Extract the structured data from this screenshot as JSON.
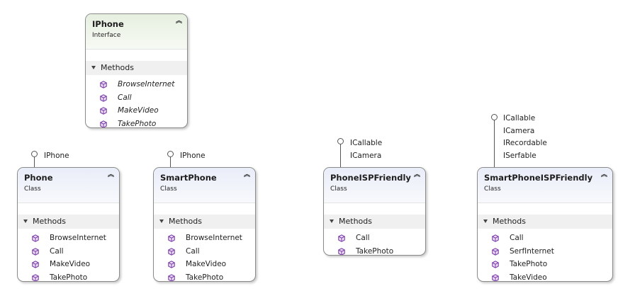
{
  "diagram": {
    "iphone": {
      "title": "IPhone",
      "kind": "Interface",
      "section": "Methods",
      "members": [
        "BrowseInternet",
        "Call",
        "MakeVideo",
        "TakePhoto"
      ]
    },
    "phone": {
      "title": "Phone",
      "kind": "Class",
      "section": "Methods",
      "implements": [
        "IPhone"
      ],
      "members": [
        "BrowseInternet",
        "Call",
        "MakeVideo",
        "TakePhoto"
      ]
    },
    "smartphone": {
      "title": "SmartPhone",
      "kind": "Class",
      "section": "Methods",
      "implements": [
        "IPhone"
      ],
      "members": [
        "BrowseInternet",
        "Call",
        "MakeVideo",
        "TakePhoto"
      ]
    },
    "phone_isp": {
      "title": "PhoneISPFriendly",
      "kind": "Class",
      "section": "Methods",
      "implements": [
        "ICallable",
        "ICamera"
      ],
      "members": [
        "Call",
        "TakePhoto"
      ]
    },
    "smartphone_isp": {
      "title": "SmartPhoneISPFriendly",
      "kind": "Class",
      "section": "Methods",
      "implements": [
        "ICallable",
        "ICamera",
        "IRecordable",
        "ISerfable"
      ],
      "members": [
        "Call",
        "SerfInternet",
        "TakePhoto",
        "TakeVideo"
      ]
    },
    "colors": {
      "method_icon": "#7a3ba8",
      "class_header": "#e9edf8",
      "interface_header": "#e6efe0"
    }
  }
}
